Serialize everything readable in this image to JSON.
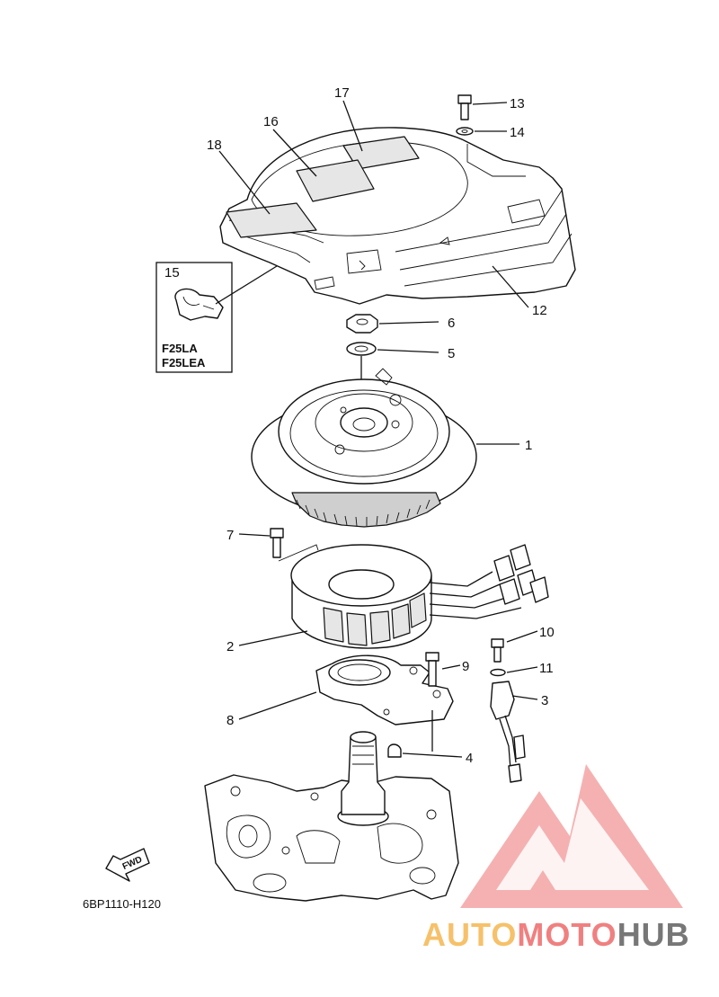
{
  "diagram": {
    "code": "6BP1110-H120",
    "callouts": [
      "1",
      "2",
      "3",
      "4",
      "5",
      "6",
      "7",
      "8",
      "9",
      "10",
      "11",
      "12",
      "13",
      "14",
      "15",
      "16",
      "17",
      "18"
    ],
    "inset": {
      "number": "15",
      "models": [
        "F25LA",
        "F25LEA"
      ]
    },
    "fwd_label": "FWD"
  },
  "watermark": {
    "text": "AUTOMOTOHUB",
    "parts": [
      "AUTO",
      "MOTO",
      "HUB"
    ],
    "colors": [
      "#f6c16a",
      "#f08080",
      "#777777"
    ]
  }
}
